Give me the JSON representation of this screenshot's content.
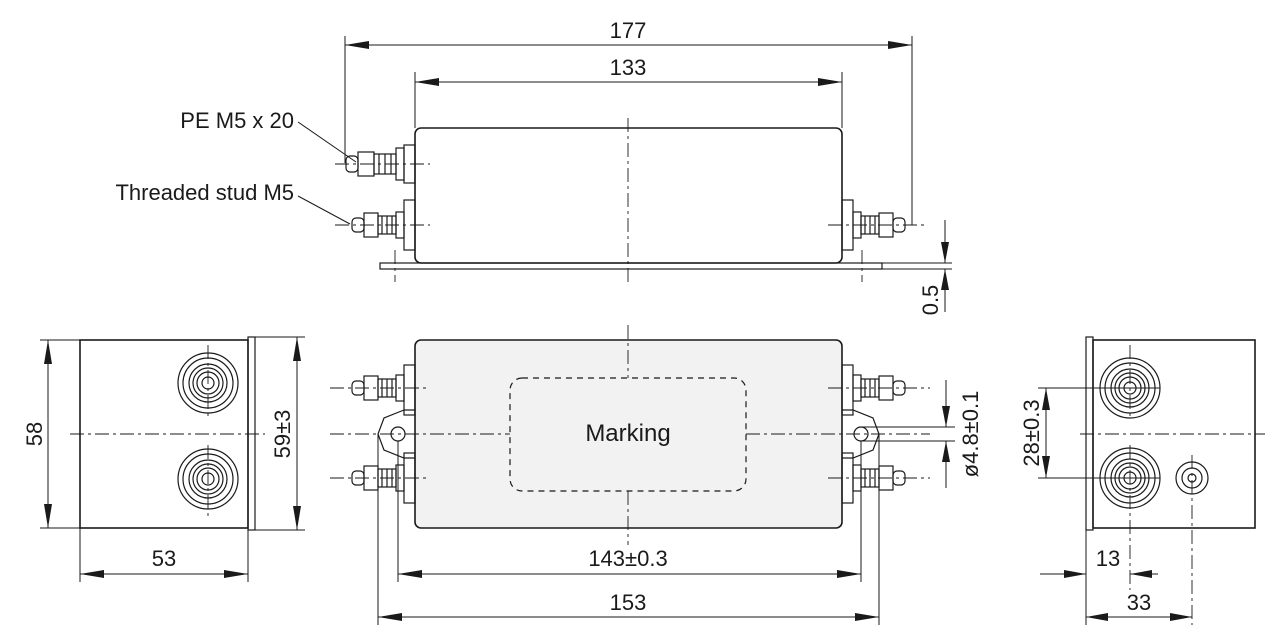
{
  "dimensions": {
    "top_overall": "177",
    "top_body": "133",
    "plate_thickness": "0.5",
    "side_height": "58",
    "side_height_total": "59±3",
    "side_width": "53",
    "front_hole_spacing": "143±0.3",
    "front_overall": "153",
    "hole_diameter": "ø4.8±0.1",
    "right_terminal_spacing": "28±0.3",
    "right_offset": "13",
    "right_width": "33"
  },
  "labels": {
    "pe_terminal": "PE M5 x 20",
    "threaded_stud": "Threaded stud M5",
    "marking": "Marking"
  }
}
